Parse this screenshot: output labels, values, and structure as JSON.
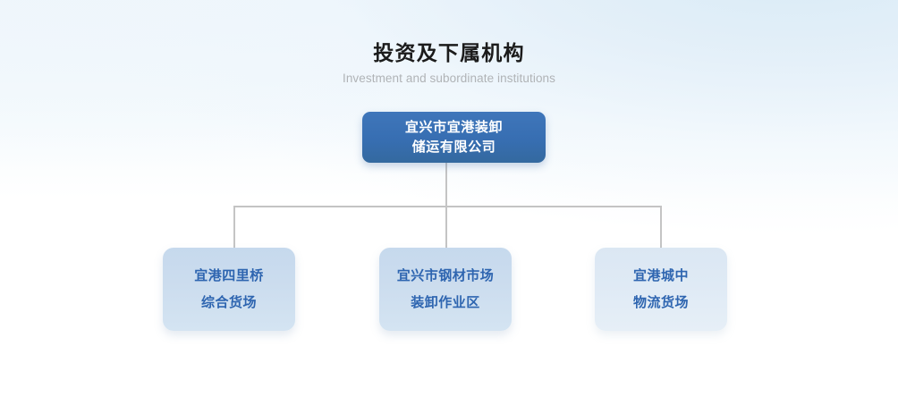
{
  "header": {
    "title_cn": "投资及下属机构",
    "title_en": "Investment and subordinate institutions"
  },
  "chart": {
    "type": "org-chart",
    "root": {
      "label": "宜兴市宜港装卸\n储运有限公司",
      "text_color": "#ffffff",
      "fill_color": "#3a70b5"
    },
    "children": [
      {
        "label": "宜港四里桥\n综合货场",
        "text_color": "#2e65b0",
        "fill_color": "#cbdcee"
      },
      {
        "label": "宜兴市钢材市场\n装卸作业区",
        "text_color": "#2e65b0",
        "fill_color": "#cbdcee"
      },
      {
        "label": "宜港城中\n物流货场",
        "text_color": "#2e65b0",
        "fill_color": "#dfeaf5"
      }
    ],
    "connector_color": "#c4c4c4"
  },
  "theme": {
    "background_top": "#eef5fb",
    "background_accent": "#d9ebf6",
    "background_bottom": "#ffffff",
    "title_color": "#1b1b1b",
    "subtitle_color": "#b0b3b6"
  }
}
